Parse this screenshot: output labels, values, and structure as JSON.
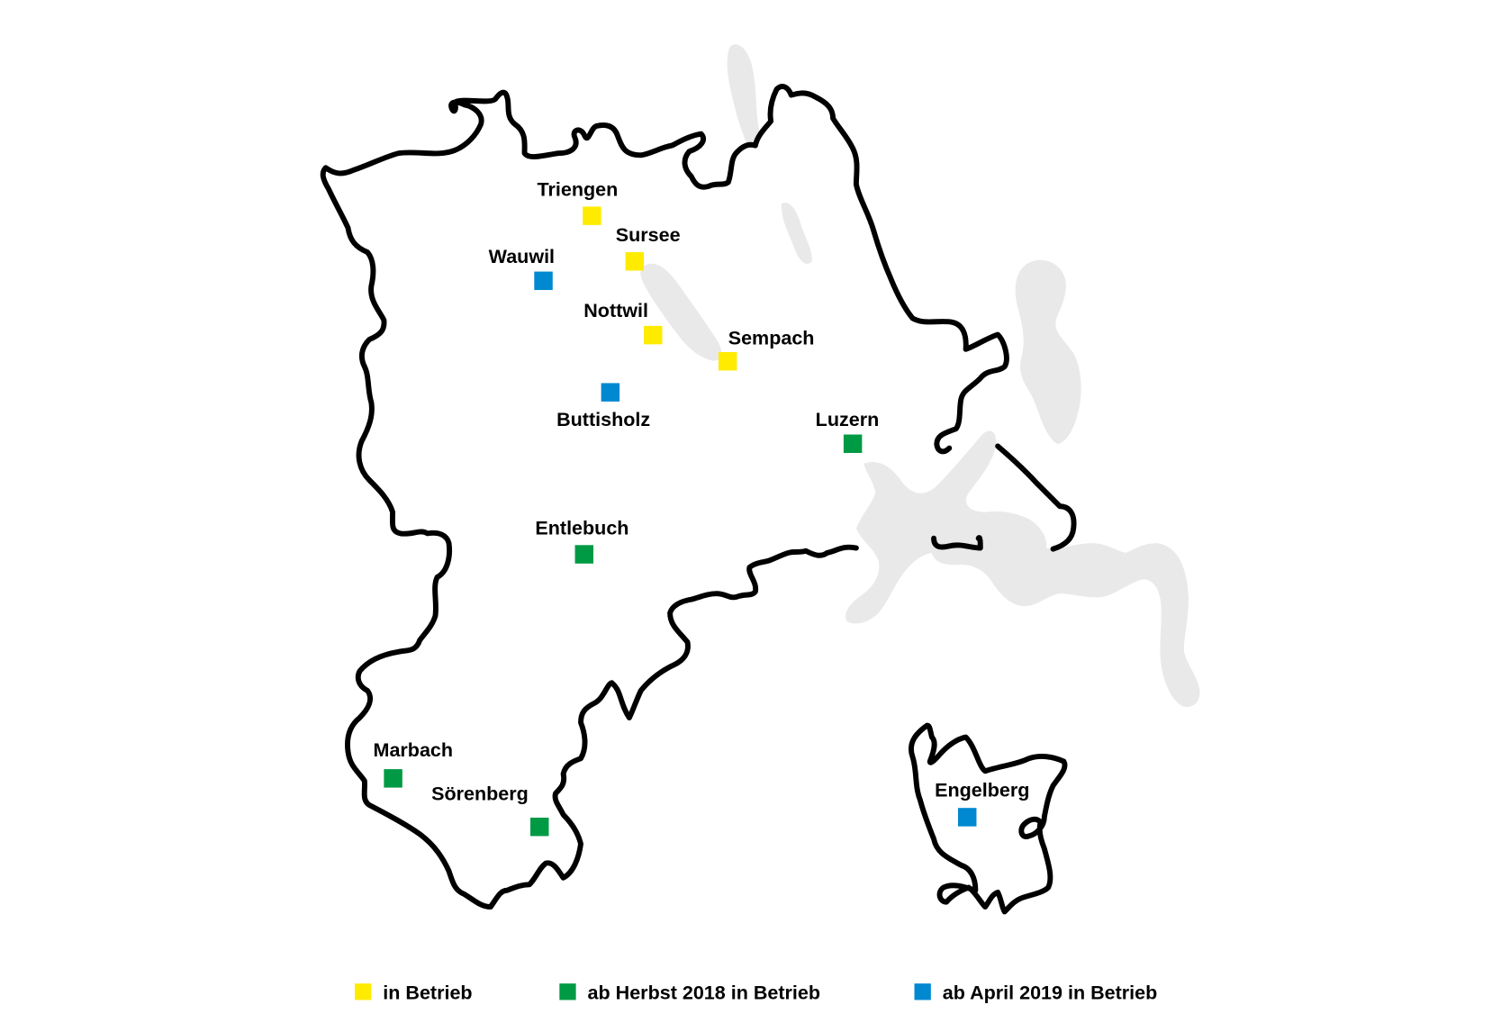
{
  "map": {
    "region": "Kanton Luzern",
    "colors": {
      "in_betrieb": "#ffeb00",
      "herbst_2018": "#009a44",
      "april_2019": "#0088d1",
      "outline": "#000000",
      "lakes": "#e9e9e9"
    },
    "locations": [
      {
        "name": "Triengen",
        "status": "in_betrieb",
        "color": "#ffeb00"
      },
      {
        "name": "Sursee",
        "status": "in_betrieb",
        "color": "#ffeb00"
      },
      {
        "name": "Wauwil",
        "status": "april_2019",
        "color": "#0088d1"
      },
      {
        "name": "Nottwil",
        "status": "in_betrieb",
        "color": "#ffeb00"
      },
      {
        "name": "Sempach",
        "status": "in_betrieb",
        "color": "#ffeb00"
      },
      {
        "name": "Buttisholz",
        "status": "april_2019",
        "color": "#0088d1"
      },
      {
        "name": "Luzern",
        "status": "herbst_2018",
        "color": "#009a44"
      },
      {
        "name": "Entlebuch",
        "status": "herbst_2018",
        "color": "#009a44"
      },
      {
        "name": "Marbach",
        "status": "herbst_2018",
        "color": "#009a44"
      },
      {
        "name": "Sörenberg",
        "status": "herbst_2018",
        "color": "#009a44"
      },
      {
        "name": "Engelberg",
        "status": "april_2019",
        "color": "#0088d1"
      }
    ]
  },
  "legend": {
    "items": [
      {
        "label": "in Betrieb",
        "color": "#ffeb00"
      },
      {
        "label": "ab Herbst 2018 in Betrieb",
        "color": "#009a44"
      },
      {
        "label": "ab April 2019 in Betrieb",
        "color": "#0088d1"
      }
    ]
  }
}
